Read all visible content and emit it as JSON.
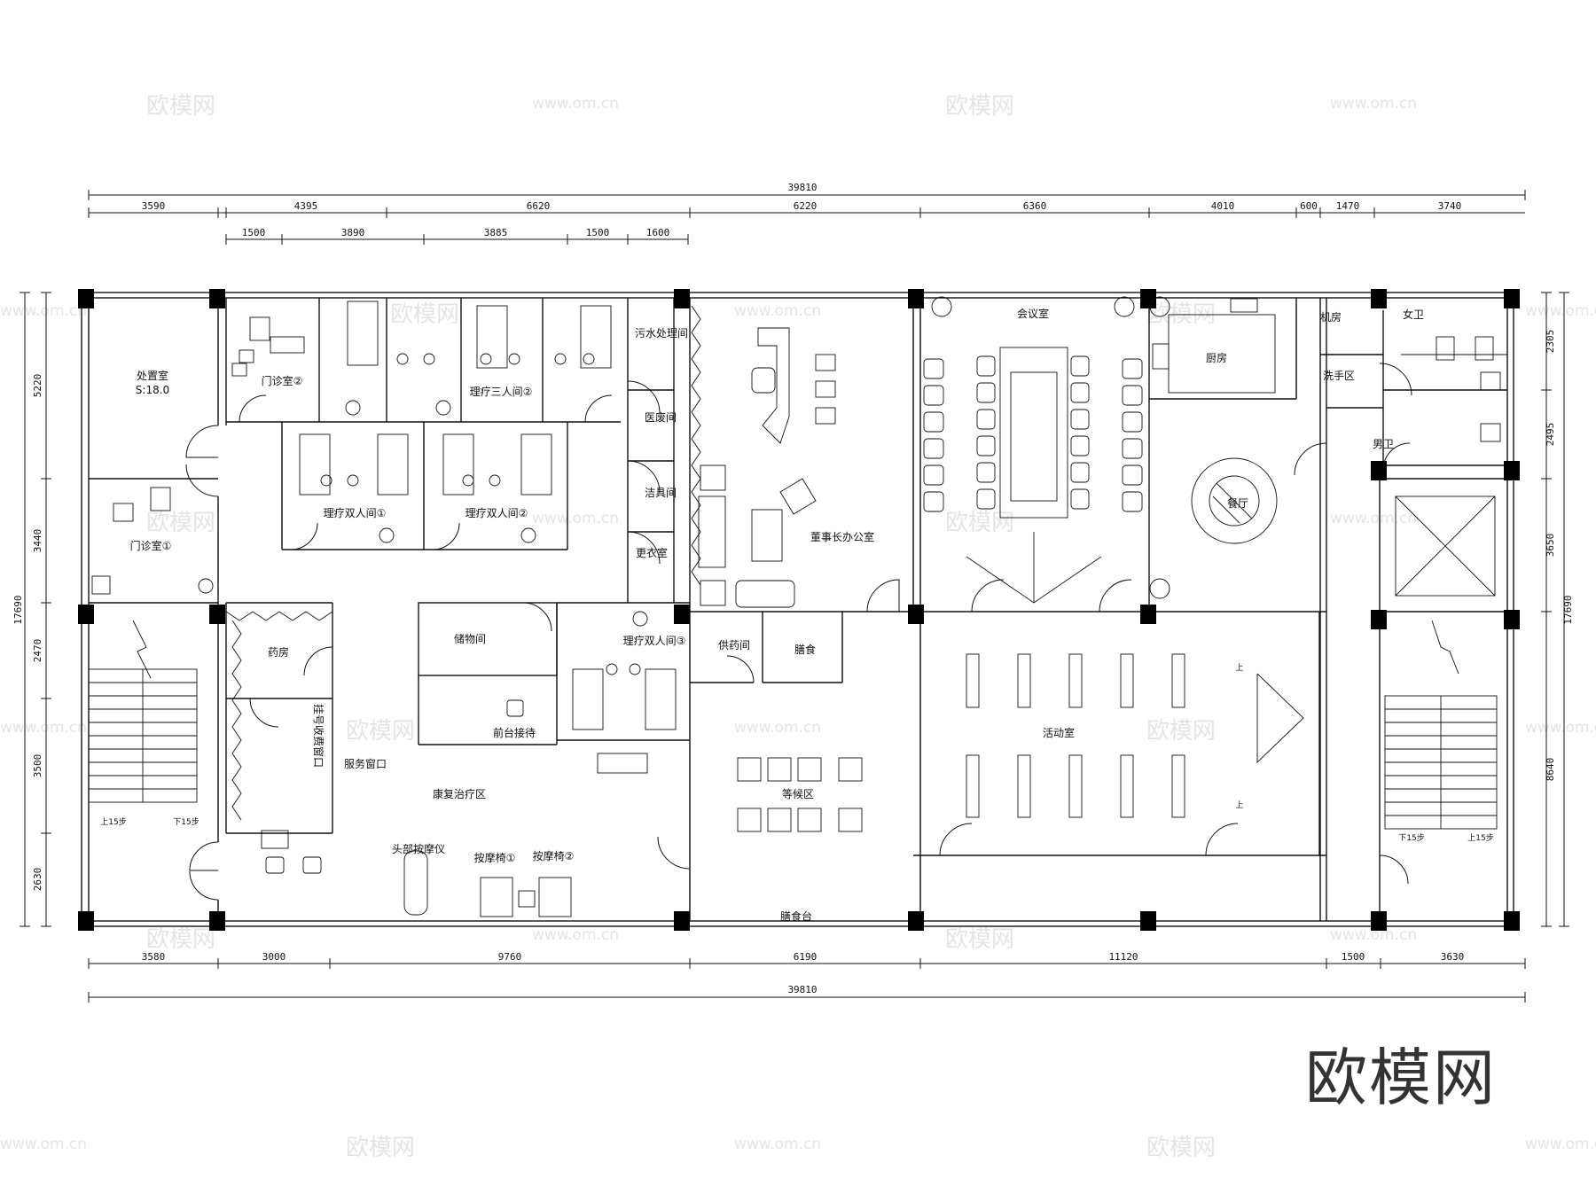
{
  "watermark": {
    "brand": "欧模网",
    "url": "www.om.cn",
    "logo": "欧模网"
  },
  "dimensions": {
    "top_total": "39810",
    "top_row1": [
      "3590",
      "4395",
      "6620",
      "6220",
      "6360",
      "4010",
      "600",
      "1470",
      "3740"
    ],
    "top_row2": [
      "1500",
      "3890",
      "3885",
      "1500",
      "1600"
    ],
    "bottom_row": [
      "3580",
      "3000",
      "9760",
      "6190",
      "11120",
      "1500",
      "3630"
    ],
    "bottom_total": "39810",
    "left_total": "17690",
    "left_parts": [
      "5220",
      "3440",
      "2470",
      "3500",
      "2630"
    ],
    "right_total": "17690",
    "right_parts": [
      "2305",
      "2495",
      "3650",
      "8640"
    ]
  },
  "rooms": {
    "disposal": "处置室",
    "disposal_area": "S:18.0",
    "clinic2": "门诊室②",
    "clinic1": "门诊室①",
    "therapy3_2": "理疗三人间②",
    "therapy2_1": "理疗双人间①",
    "therapy2_2": "理疗双人间②",
    "therapy2_3": "理疗双人间③",
    "sewage": "污水处理间",
    "medwaste": "医废间",
    "cleaning": "洁具间",
    "changing": "更衣室",
    "chairman": "董事长办公室",
    "meeting": "会议室",
    "kitchen": "厨房",
    "machine": "机房",
    "female_wc": "女卫",
    "male_wc": "男卫",
    "washroom": "洗手区",
    "dining": "餐厅",
    "pharmacy": "药房",
    "reception_window": "挂号收费窗口",
    "service_window": "服务窗口",
    "storage": "储物间",
    "front_desk": "前台接待",
    "rehab": "康复治疗区",
    "head_massager": "头部按摩仪",
    "massage_chair1": "按摩椅①",
    "massage_chair2": "按摩椅②",
    "medicine_supply": "供药间",
    "food_prep": "膳食",
    "waiting": "等候区",
    "activity": "活动室",
    "meal_counter": "膳食台",
    "stair_up_left": "上15步",
    "stair_down_left": "下15步",
    "stair_up_right": "上15步",
    "stair_down_right": "下15步",
    "elevator_up1": "上",
    "elevator_up2": "上"
  }
}
